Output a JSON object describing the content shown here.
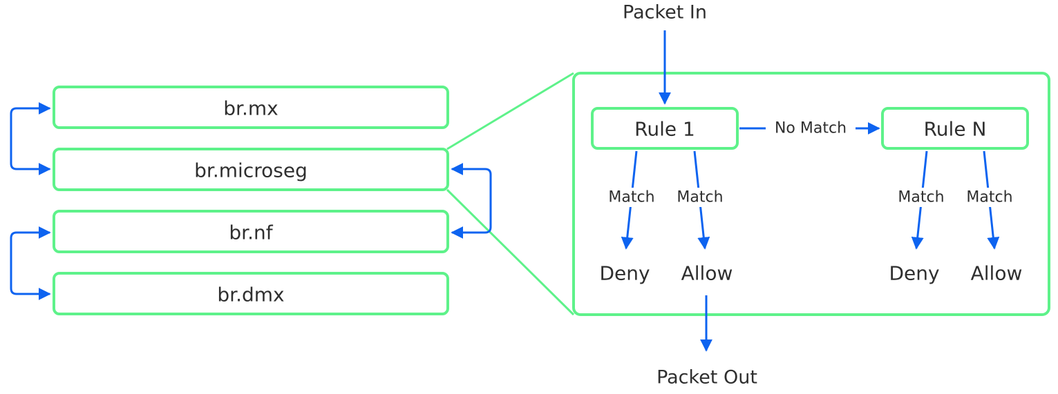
{
  "colors": {
    "box_border": "#5ef28a",
    "arrow": "#0d63f0",
    "text": "#2f2f2f"
  },
  "bridges": [
    {
      "label": "br.mx"
    },
    {
      "label": "br.microseg"
    },
    {
      "label": "br.nf"
    },
    {
      "label": "br.dmx"
    }
  ],
  "flow": {
    "packet_in": "Packet In",
    "packet_out": "Packet Out",
    "rule_1": "Rule 1",
    "rule_n": "Rule N",
    "no_match": "No Match",
    "match_labels": [
      "Match",
      "Match",
      "Match",
      "Match"
    ],
    "outcomes": [
      "Deny",
      "Allow",
      "Deny",
      "Allow"
    ]
  }
}
